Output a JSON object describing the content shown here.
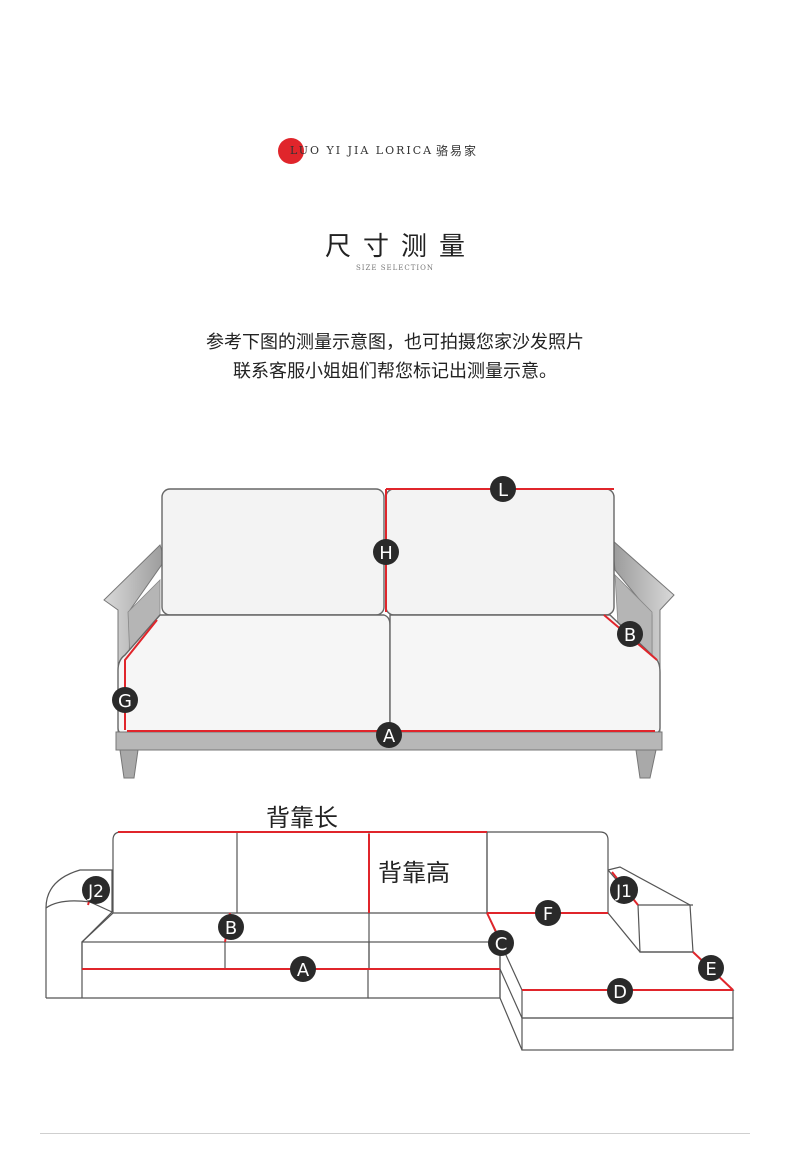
{
  "brand": {
    "latin": "LUO YI JIA LORICA",
    "chinese": "骆易家"
  },
  "section": {
    "title": "尺寸测量",
    "subtitle": "SIZE SELECTION"
  },
  "intro": {
    "line1": "参考下图的测量示意图，也可拍摄您家沙发照片",
    "line2": "联系客服小姐姐们帮您标记出测量示意。"
  },
  "sofa_labels": {
    "L": "L",
    "H": "H",
    "B": "B",
    "G": "G",
    "A": "A"
  },
  "sectional_labels": {
    "back_length": "背靠长",
    "back_height": "背靠高",
    "J2": "J2",
    "J1": "J1",
    "B": "B",
    "A": "A",
    "C": "C",
    "F": "F",
    "E": "E",
    "D": "D"
  },
  "colors": {
    "accent": "#e0252b",
    "marker": "#2a2a2a",
    "outline": "#555555"
  }
}
